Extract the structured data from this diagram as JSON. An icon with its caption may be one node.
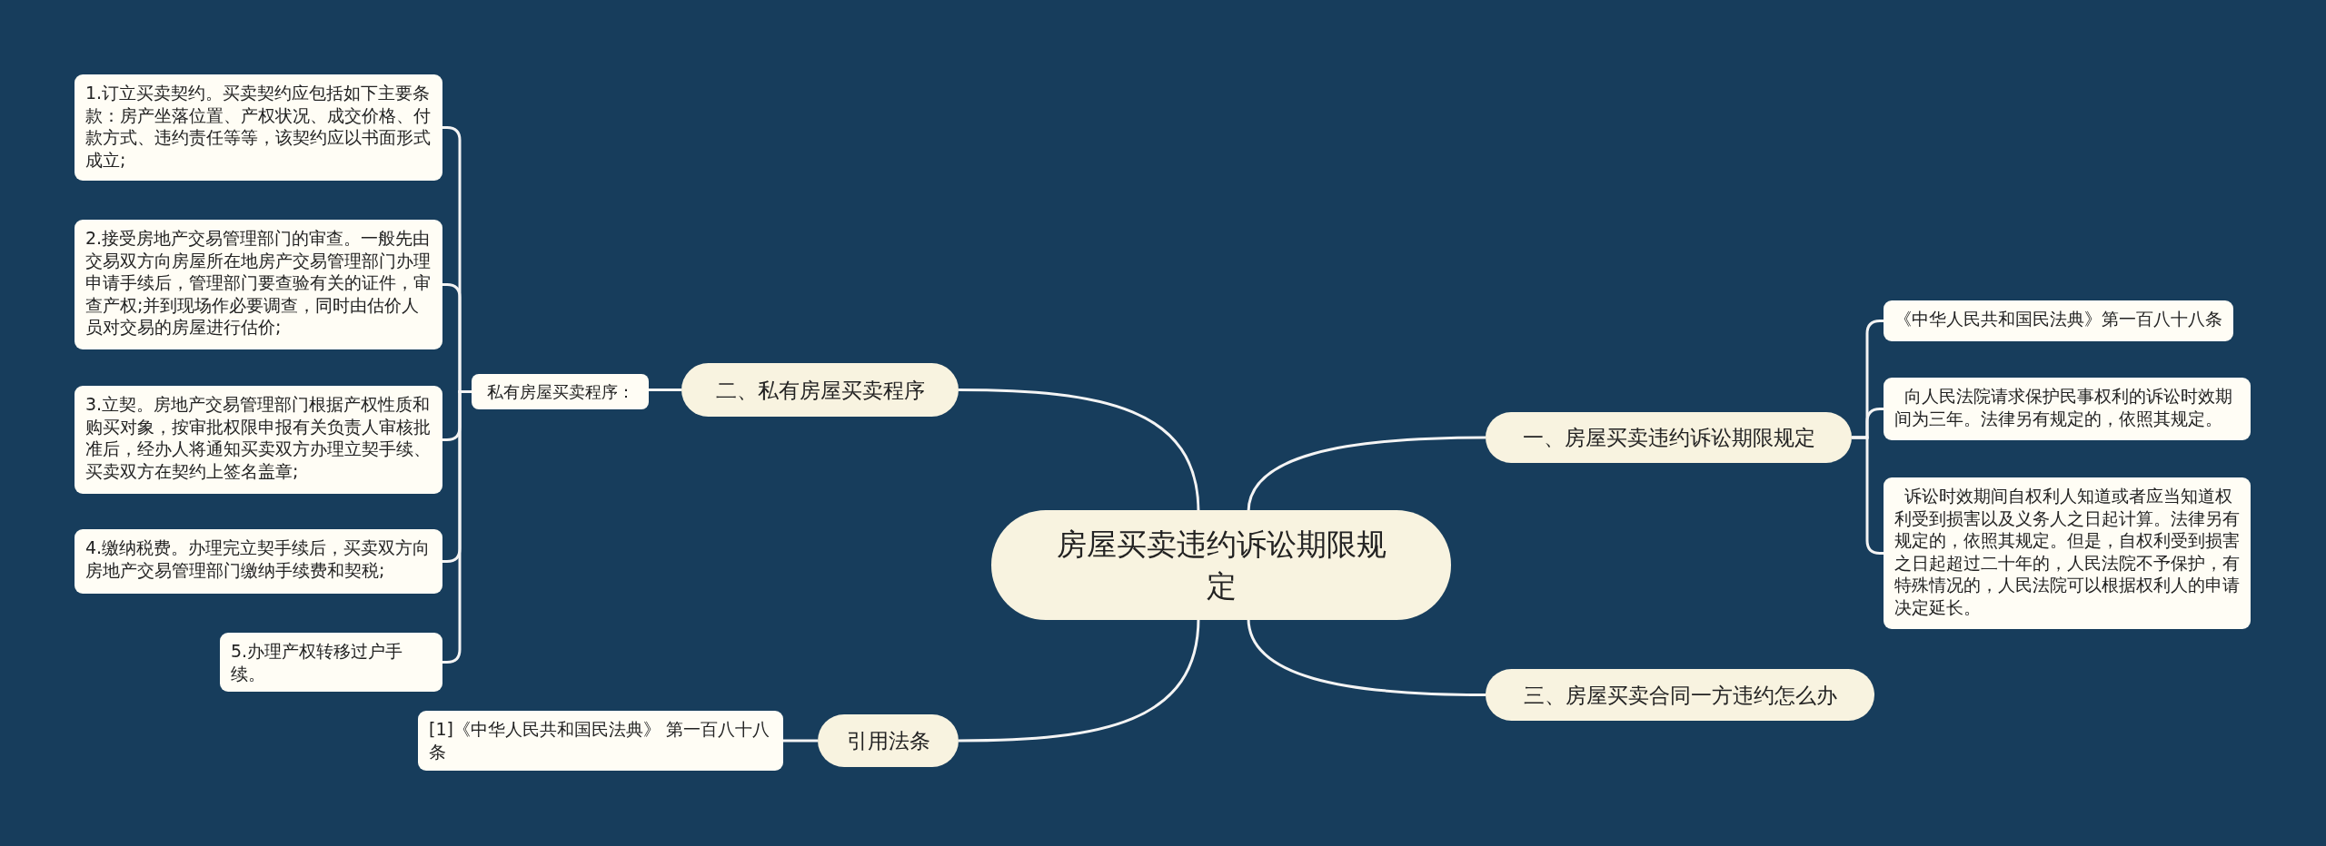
{
  "diagram": {
    "nodes": [
      {
        "text": [
          "房屋买卖违约诉讼期限规定"
        ]
      },
      {
        "text": [
          "一、房屋买卖违约诉讼期限规定"
        ]
      },
      {
        "text": [
          "《中华人民共和国民法典》第一百八十八条"
        ]
      },
      {
        "text": [
          "向人民法院请求保护民事权利的诉讼时效期间为三年。法律另有规定的，依照其规定。"
        ]
      },
      {
        "text": [
          "诉讼时效期间自权利人知道或者应当知道权利受到损害以及义务人之日起计算。法律另有规定的，依照其规定。但是，自权利受到损害之日起超过二十年的，人民法院不予保护，有特殊情况的，人民法院可以根据权利人的申请决定延长。"
        ]
      },
      {
        "text": [
          "二、私有房屋买卖程序"
        ]
      },
      {
        "text": [
          "私有房屋买卖程序："
        ]
      },
      {
        "text": [
          "1.订立买卖契约。买卖契约应包括如下主要条款：房产坐落位置、产权状况、成交价格、付款方式、违约责任等等，该契约应以书面形式成立;"
        ]
      },
      {
        "text": [
          "2.接受房地产交易管理部门的审查。一般先由交易双方向房屋所在地房产交易管理部门办理申请手续后，管理部门要查验有关的证件，审查产权;并到现场作必要调查，同时由估价人员对交易的房屋进行估价;"
        ]
      },
      {
        "text": [
          "3.立契。房地产交易管理部门根据产权性质和购买对象，按审批权限申报有关负责人审核批准后，经办人将通知买卖双方办理立契手续、买卖双方在契约上签名盖章;"
        ]
      },
      {
        "text": [
          "4.缴纳税费。办理完立契手续后，买卖双方向房地产交易管理部门缴纳手续费和契税;"
        ]
      },
      {
        "text": [
          "5.办理产权转移过户手续。"
        ]
      },
      {
        "text": [
          "三、房屋买卖合同一方违约怎么办"
        ]
      },
      {
        "text": [
          "引用法条"
        ]
      },
      {
        "text": [
          "[1]《中华人民共和国民法典》 第一百八十八条"
        ]
      }
    ],
    "edges": [
      {
        "from": 0,
        "to": 1,
        "arrow": "none"
      },
      {
        "from": 1,
        "to": 2,
        "arrow": "none"
      },
      {
        "from": 1,
        "to": 3,
        "arrow": "none"
      },
      {
        "from": 1,
        "to": 4,
        "arrow": "none"
      },
      {
        "from": 0,
        "to": 5,
        "arrow": "none"
      },
      {
        "from": 5,
        "to": 6,
        "arrow": "none"
      },
      {
        "from": 6,
        "to": 7,
        "arrow": "none"
      },
      {
        "from": 6,
        "to": 8,
        "arrow": "none"
      },
      {
        "from": 6,
        "to": 9,
        "arrow": "none"
      },
      {
        "from": 6,
        "to": 10,
        "arrow": "none"
      },
      {
        "from": 6,
        "to": 11,
        "arrow": "none"
      },
      {
        "from": 0,
        "to": 12,
        "arrow": "none"
      },
      {
        "from": 0,
        "to": 13,
        "arrow": "none"
      },
      {
        "from": 13,
        "to": 14,
        "arrow": "none"
      }
    ]
  }
}
